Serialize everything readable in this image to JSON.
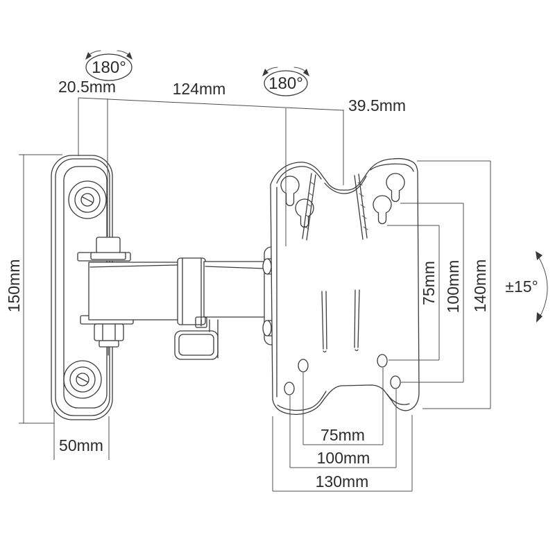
{
  "figure": {
    "description": "Technical line drawing of an articulating swivel monitor wall mount with VESA plate and dimension annotations",
    "background_color": "#ffffff",
    "line_color": "#3a3a3a",
    "label_color": "#2b2b2b"
  },
  "rotation": {
    "wall_swivel": "180°",
    "head_swivel": "180°",
    "tilt": "±15°"
  },
  "top_dimensions": {
    "wall_offset": "20.5mm",
    "arm_length": "124mm",
    "head_depth": "39.5mm"
  },
  "wall_plate": {
    "height": "150mm",
    "width": "50mm"
  },
  "vesa_plate": {
    "height": "140mm",
    "width": "130mm",
    "vesa_vertical_inner": "75mm",
    "vesa_vertical_outer": "100mm",
    "vesa_horizontal_inner": "75mm",
    "vesa_horizontal_outer": "100mm"
  }
}
